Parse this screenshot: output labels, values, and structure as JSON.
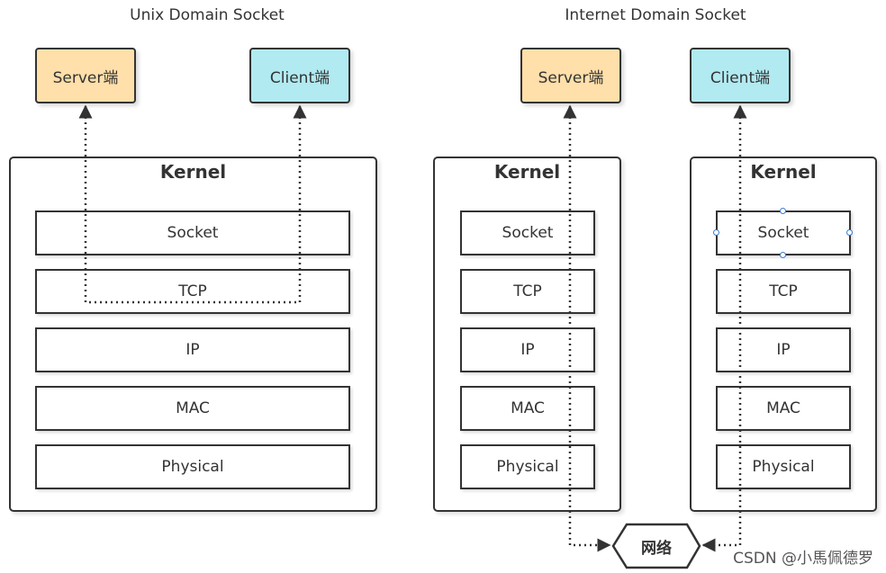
{
  "left_panel": {
    "title": "Unix Domain Socket",
    "server_label": "Server端",
    "client_label": "Client端",
    "kernel_label": "Kernel",
    "layers": [
      "Socket",
      "TCP",
      "IP",
      "MAC",
      "Physical"
    ]
  },
  "right_panel": {
    "title": "Internet Domain Socket",
    "server_label": "Server端",
    "client_label": "Client端",
    "kernel_a_label": "Kernel",
    "kernel_b_label": "Kernel",
    "layers": [
      "Socket",
      "TCP",
      "IP",
      "MAC",
      "Physical"
    ]
  },
  "network_label": "网络",
  "watermark": "CSDN @小馬佩德罗",
  "colors": {
    "server_fill": "#ffdfaa",
    "client_fill": "#b1eaf1",
    "stroke": "#333333"
  }
}
